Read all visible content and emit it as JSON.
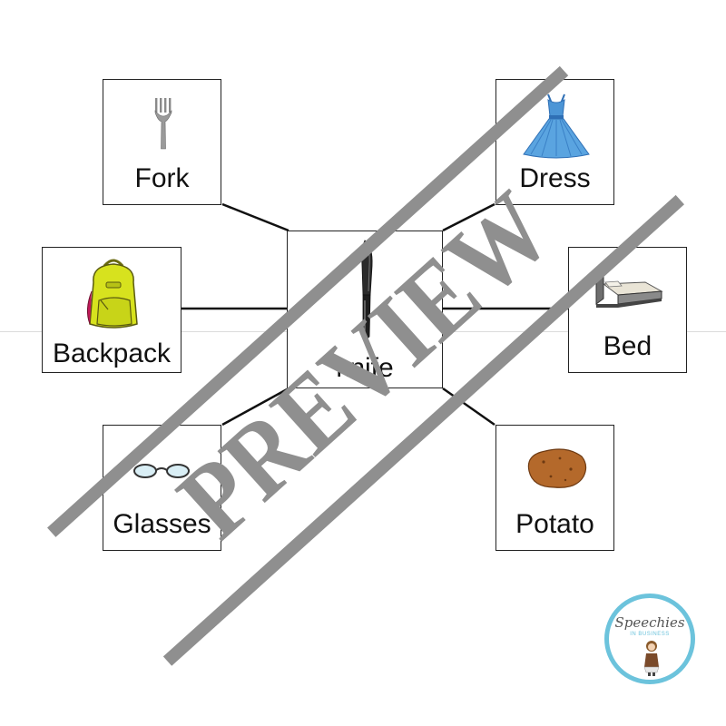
{
  "center": {
    "label": "knife",
    "icon": "knife-icon"
  },
  "items": [
    {
      "id": "fork",
      "label": "Fork",
      "icon": "fork-icon"
    },
    {
      "id": "dress",
      "label": "Dress",
      "icon": "dress-icon"
    },
    {
      "id": "backpack",
      "label": "Backpack",
      "icon": "backpack-icon"
    },
    {
      "id": "bed",
      "label": "Bed",
      "icon": "bed-icon"
    },
    {
      "id": "glasses",
      "label": "Glasses",
      "icon": "glasses-icon"
    },
    {
      "id": "potato",
      "label": "Potato",
      "icon": "potato-icon"
    }
  ],
  "watermark": {
    "text": "PREVIEW",
    "color": "#8f8f8f"
  },
  "logo": {
    "text_main": "Speechies",
    "text_sub": "IN BUSINESS",
    "ring_color": "#6cc3dc"
  }
}
